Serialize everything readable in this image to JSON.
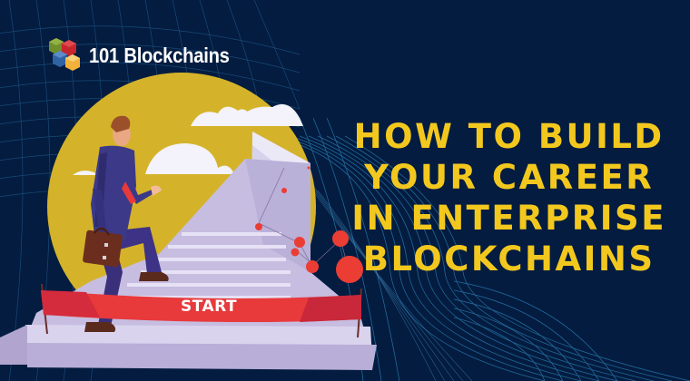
{
  "brand": {
    "logo_icon": "stacked-cubes-logo-icon",
    "name": "101 Blockchains",
    "cube_colors": [
      "#6f8f2c",
      "#c8262e",
      "#2f63a4",
      "#f2b23a"
    ]
  },
  "headline": {
    "lines": [
      "HOW TO BUILD",
      "YOUR CAREER",
      "IN ENTERPRISE",
      "BLOCKCHAINS"
    ],
    "color": "#f3c81e"
  },
  "illustration": {
    "banner_label": "START",
    "scene": "businessman-climbing-stairs-illustration",
    "colors": {
      "background": "#031c40",
      "sun": "#d4b32a",
      "stairs": "#c8bfe0",
      "banner": "#e8393b",
      "nodes": "#ec3d35",
      "wave_lines": "#2a7db0"
    }
  }
}
